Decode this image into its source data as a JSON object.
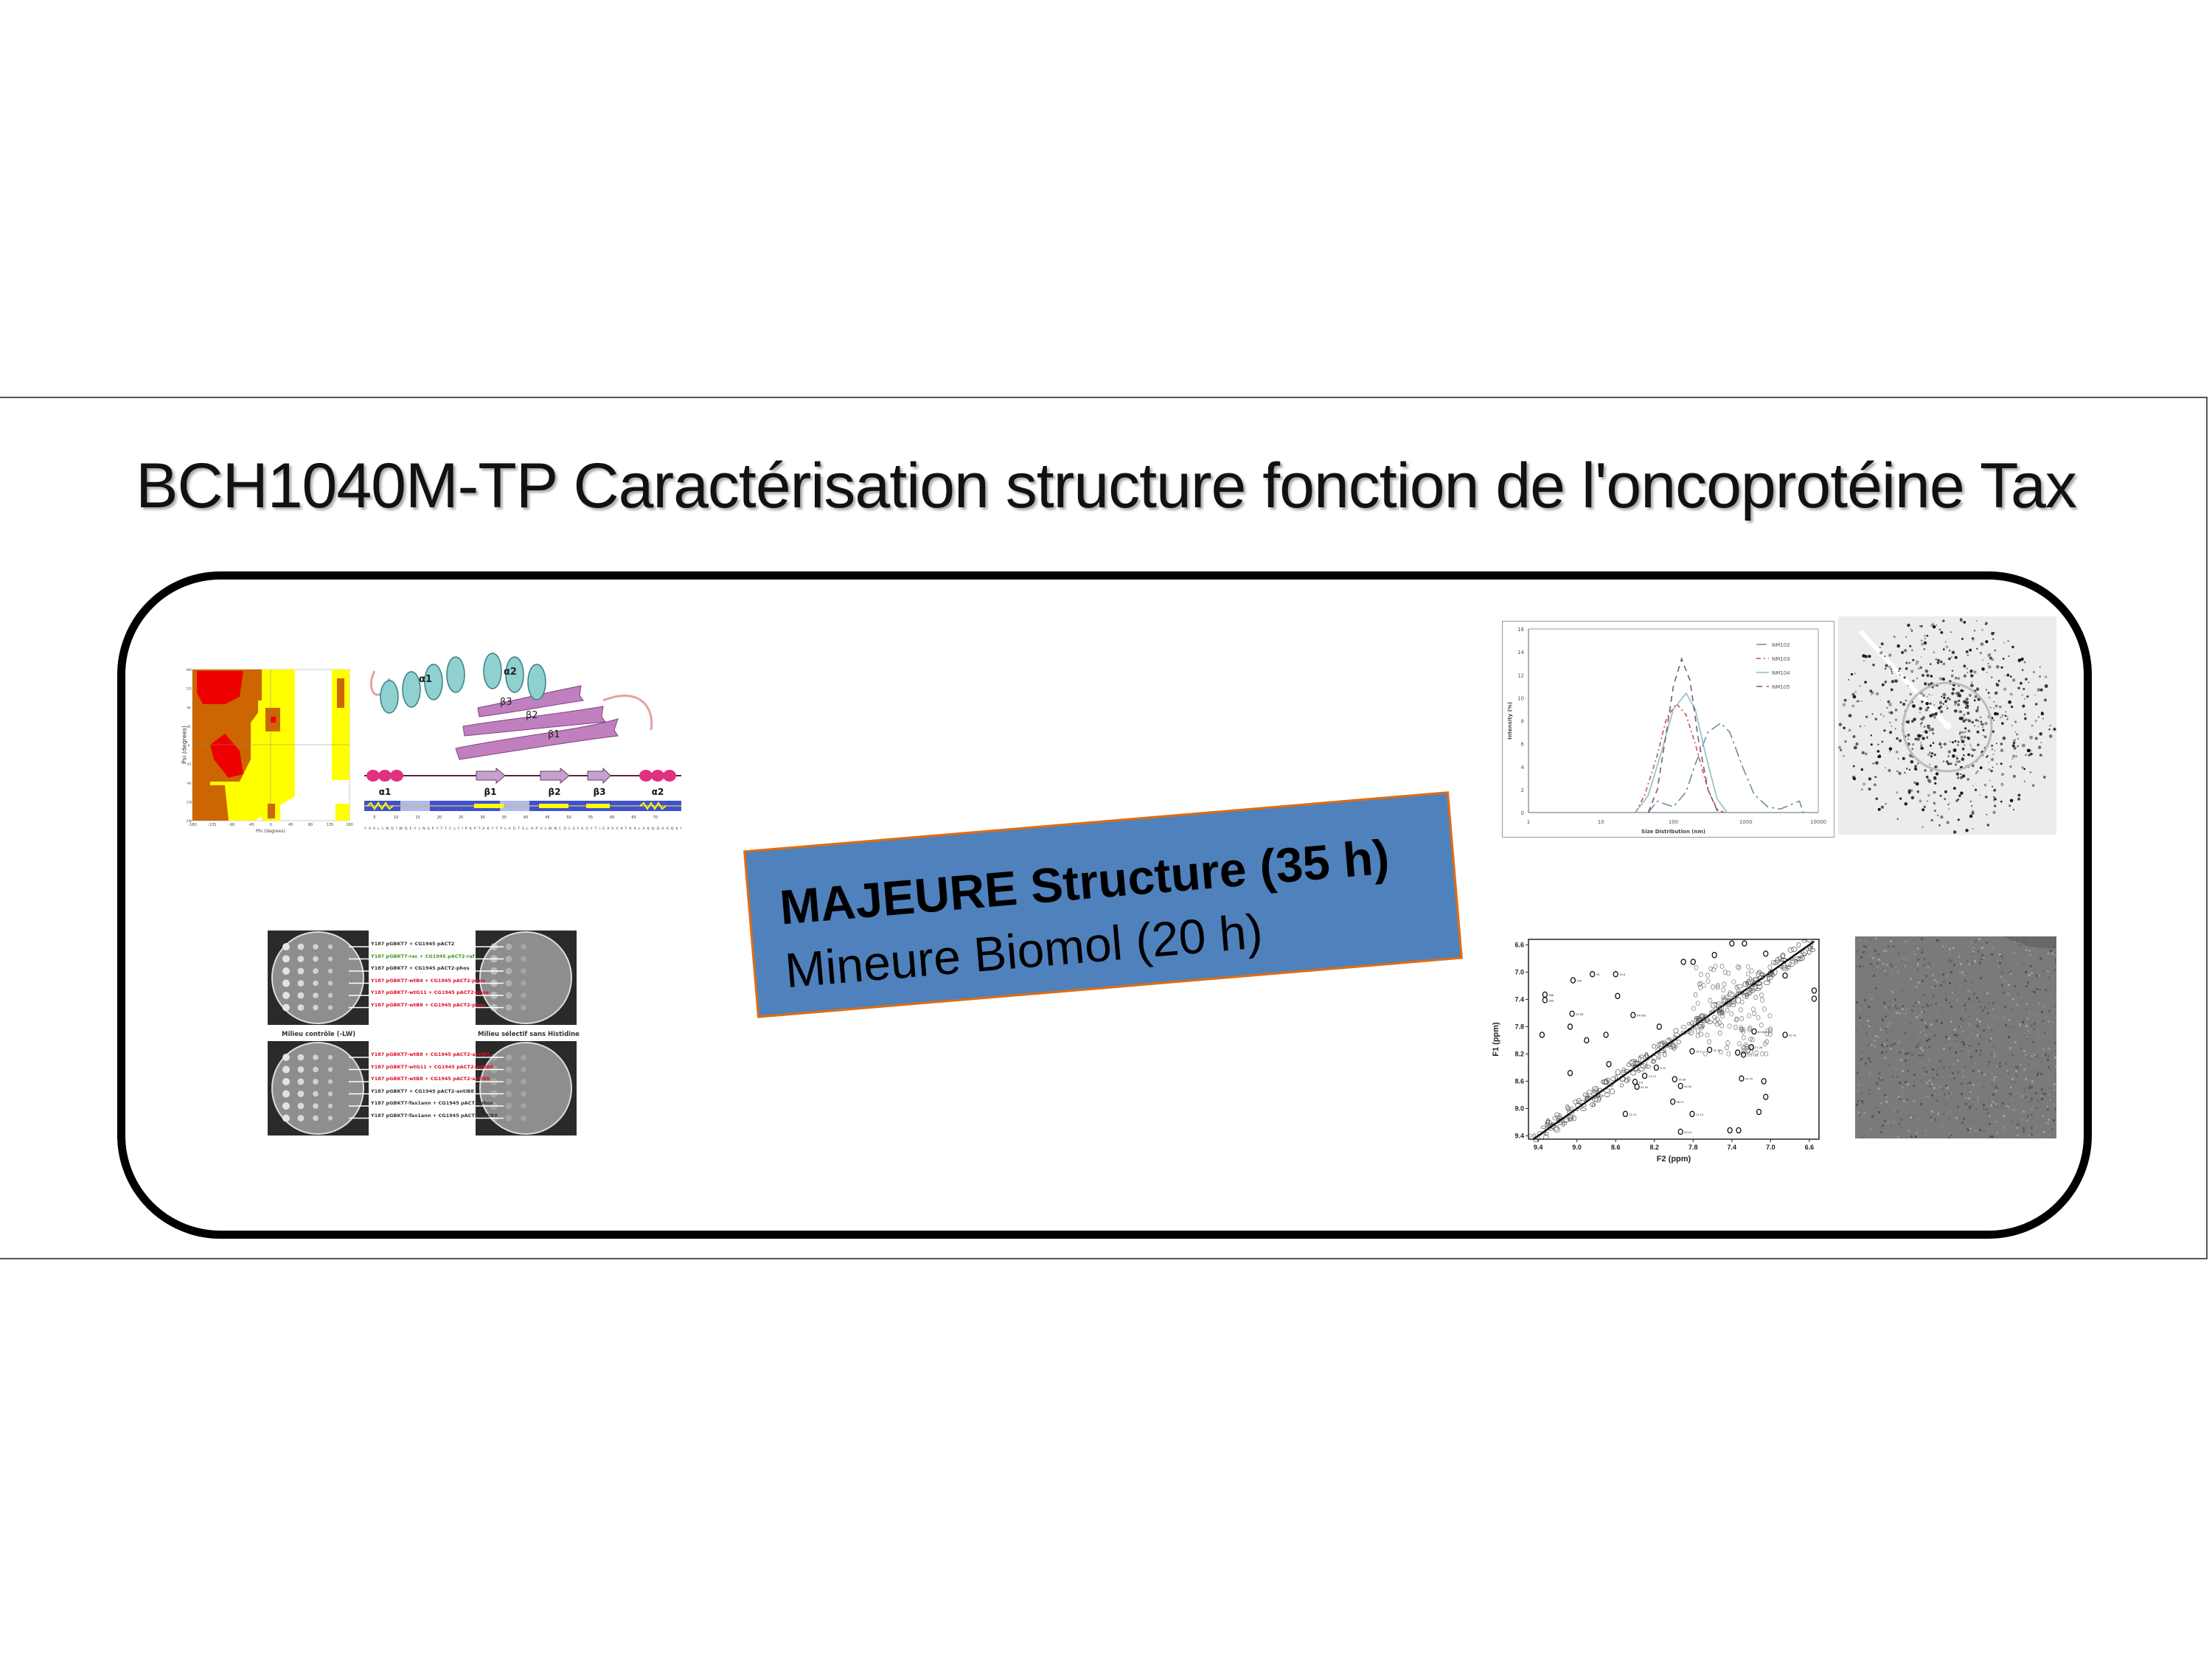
{
  "title": "BCH1040M-TP Caractérisation structure fonction de l'oncoprotéine Tax",
  "course_box": {
    "major": "MAJEURE Structure (35 h)",
    "minor": "Mineure Biomol (20 h)",
    "fill": "#4f81bd",
    "border": "#e46c0a"
  },
  "ramachandran": {
    "xlabel": "Phi (degrees)",
    "ylabel": "Psi (degrees)",
    "ticks": [
      "-180",
      "-135",
      "-90",
      "-45",
      "0",
      "45",
      "90",
      "135",
      "180"
    ]
  },
  "protein": {
    "helix_labels": [
      "α1",
      "α2"
    ],
    "strand_labels": [
      "β1",
      "β2",
      "β3"
    ],
    "topology_labels": [
      "α1",
      "β1",
      "β2",
      "β3",
      "α2"
    ],
    "residue_ticks": [
      "5",
      "10",
      "15",
      "20",
      "25",
      "30",
      "35",
      "40",
      "45",
      "50",
      "55",
      "60",
      "65",
      "70"
    ],
    "sequence": "YVALLNQIWQEYLNSPYTTCLYIPKPTAKYTPLVGTSLHPVLWNCQLSFAGYTISAVVKTKALAKQDAAQKI"
  },
  "yeast_plates": {
    "caption_left": "Milieu contrôle (-LW)",
    "caption_right": "Milieu sélectif sans Histidine",
    "top_labels": [
      {
        "text": "Y187 pGBKT7 + CG1945 pACT2",
        "color": "#333333"
      },
      {
        "text": "Y187 pGBKT7-rac + CG1945 pACT2-raf",
        "color": "#3a9a1a"
      },
      {
        "text": "Y187 pGBKT7 + CG1945 pACT2-phos",
        "color": "#333333"
      },
      {
        "text": "Y187 pGBKT7-wtB4 + CG1945 pACT2-phos",
        "color": "#e0102a"
      },
      {
        "text": "Y187 pGBKT7-wtG11 + CG1945 pACT2-phos",
        "color": "#e0102a"
      },
      {
        "text": "Y187 pGBKT7-wtB8 + CG1945 pACT2-phos",
        "color": "#e0102a"
      }
    ],
    "bottom_labels": [
      {
        "text": "Y187 pGBKT7-wtB8 + CG1945 pACT2-antiB8",
        "color": "#e0102a"
      },
      {
        "text": "Y187 pGBKT7-wtG11 + CG1945 pACT2-antiB8",
        "color": "#e0102a"
      },
      {
        "text": "Y187 pGBKT7-wtB8 + CG1945 pACT2-antiB8",
        "color": "#e0102a"
      },
      {
        "text": "Y187 pGBKT7 + CG1945 pACT2-antiB8",
        "color": "#333333"
      },
      {
        "text": "Y187 pGBKT7-Tax1ann + CG1945 pACT2-phos",
        "color": "#333333"
      },
      {
        "text": "Y187 pGBKT7-Tax1ann + CG1945 pACT2-antiB8",
        "color": "#333333"
      }
    ]
  },
  "chart_data": [
    {
      "type": "line",
      "title": "",
      "xlabel": "Size Distribution (nm)",
      "ylabel": "Intensity (%)",
      "xscale": "log",
      "xlim": [
        1,
        10000
      ],
      "ylim": [
        0,
        16
      ],
      "xticks": [
        "1",
        "10",
        "100",
        "1000",
        "10000"
      ],
      "yticks": [
        "0",
        "2",
        "4",
        "6",
        "8",
        "10",
        "12",
        "14",
        "16"
      ],
      "legend_position": "top-right",
      "series": [
        {
          "name": "NM102",
          "color": "#6a8fa0",
          "dash": "14,5,3,5",
          "points": [
            [
              45,
              0
            ],
            [
              60,
              1.0
            ],
            [
              80,
              0.7
            ],
            [
              100,
              0.5
            ],
            [
              150,
              1.8
            ],
            [
              200,
              4.2
            ],
            [
              300,
              7.0
            ],
            [
              450,
              7.8
            ],
            [
              600,
              7.0
            ],
            [
              900,
              4.0
            ],
            [
              1300,
              1.6
            ],
            [
              2000,
              0.5
            ],
            [
              3000,
              0.3
            ],
            [
              5500,
              1.0
            ],
            [
              6200,
              0
            ]
          ]
        },
        {
          "name": "NM103",
          "color": "#c0504d",
          "dash": "6,4,2,4",
          "points": [
            [
              30,
              0
            ],
            [
              40,
              1.5
            ],
            [
              60,
              5
            ],
            [
              80,
              8.2
            ],
            [
              110,
              9.5
            ],
            [
              150,
              8.5
            ],
            [
              200,
              6.0
            ],
            [
              300,
              2.0
            ],
            [
              400,
              0.3
            ],
            [
              500,
              0
            ]
          ]
        },
        {
          "name": "NM104",
          "color": "#8fc0c0",
          "dash": "",
          "points": [
            [
              30,
              0
            ],
            [
              45,
              1.5
            ],
            [
              70,
              5.5
            ],
            [
              100,
              9.0
            ],
            [
              150,
              10.4
            ],
            [
              200,
              9.0
            ],
            [
              280,
              5.0
            ],
            [
              400,
              1.2
            ],
            [
              550,
              0
            ]
          ]
        },
        {
          "name": "NM105",
          "color": "#7a5a7a",
          "dash": "8,6",
          "points": [
            [
              45,
              0
            ],
            [
              60,
              2
            ],
            [
              80,
              7
            ],
            [
              100,
              11
            ],
            [
              130,
              13.4
            ],
            [
              170,
              11.5
            ],
            [
              220,
              6.5
            ],
            [
              300,
              2
            ],
            [
              400,
              0.2
            ],
            [
              450,
              0
            ]
          ]
        }
      ]
    },
    {
      "type": "scatter",
      "title": "",
      "xlabel": "F2 (ppm)",
      "ylabel": "F1 (ppm)",
      "xlim": [
        9.5,
        6.5
      ],
      "ylim": [
        6.52,
        9.45
      ],
      "xticks": [
        "9.4",
        "9.0",
        "8.6",
        "8.2",
        "7.8",
        "7.4",
        "7.0",
        "6.6"
      ],
      "yticks": [
        "6.6",
        "7.0",
        "7.4",
        "7.8",
        "8.2",
        "8.6",
        "9.0",
        "9.4"
      ],
      "peaks": [
        {
          "x": 9.33,
          "y": 7.33,
          "label": "28β"
        },
        {
          "x": 9.33,
          "y": 7.41,
          "label": "28δ"
        },
        {
          "x": 9.04,
          "y": 7.12,
          "label": "53δ"
        },
        {
          "x": 8.84,
          "y": 7.03,
          "label": "35-"
        },
        {
          "x": 8.6,
          "y": 7.03,
          "label": "35-8"
        },
        {
          "x": 9.05,
          "y": 7.61,
          "label": "53-56"
        },
        {
          "x": 8.42,
          "y": 7.63,
          "label": "59-63δ"
        },
        {
          "x": 8.4,
          "y": 8.61,
          "label": "8-9"
        },
        {
          "x": 8.38,
          "y": 8.68,
          "label": "92-93"
        },
        {
          "x": 8.18,
          "y": 8.4,
          "label": "9-10"
        },
        {
          "x": 8.3,
          "y": 8.52,
          "label": "13-14"
        },
        {
          "x": 8.5,
          "y": 9.08,
          "label": "12-13"
        },
        {
          "x": 7.99,
          "y": 8.57,
          "label": "35-36"
        },
        {
          "x": 7.93,
          "y": 8.67,
          "label": "94-95"
        },
        {
          "x": 8.01,
          "y": 8.9,
          "label": "56-57"
        },
        {
          "x": 7.81,
          "y": 9.08,
          "label": "11-12"
        },
        {
          "x": 7.93,
          "y": 9.34,
          "label": "40-41"
        },
        {
          "x": 7.3,
          "y": 8.56,
          "label": "34-35"
        },
        {
          "x": 7.81,
          "y": 8.16,
          "label": "10-11"
        },
        {
          "x": 7.63,
          "y": 8.14,
          "label": "31-32"
        },
        {
          "x": 7.34,
          "y": 8.18,
          "label": "37-38"
        },
        {
          "x": 7.28,
          "y": 8.21,
          "label": "111-112"
        },
        {
          "x": 7.2,
          "y": 8.1,
          "label": "27-28"
        },
        {
          "x": 7.17,
          "y": 7.87,
          "label": "83-84"
        },
        {
          "x": 6.85,
          "y": 7.92,
          "label": "41-42"
        },
        {
          "x": 7.07,
          "y": 8.6,
          "label": ""
        },
        {
          "x": 7.05,
          "y": 8.83,
          "label": ""
        },
        {
          "x": 7.12,
          "y": 9.05,
          "label": ""
        },
        {
          "x": 7.42,
          "y": 9.32,
          "label": ""
        },
        {
          "x": 7.33,
          "y": 9.32,
          "label": ""
        },
        {
          "x": 7.9,
          "y": 6.85,
          "label": ""
        },
        {
          "x": 7.8,
          "y": 6.85,
          "label": ""
        },
        {
          "x": 7.58,
          "y": 6.75,
          "label": ""
        },
        {
          "x": 7.05,
          "y": 6.73,
          "label": ""
        },
        {
          "x": 6.55,
          "y": 7.27,
          "label": ""
        },
        {
          "x": 6.55,
          "y": 7.39,
          "label": ""
        },
        {
          "x": 6.85,
          "y": 7.05,
          "label": ""
        },
        {
          "x": 7.4,
          "y": 6.58,
          "label": ""
        },
        {
          "x": 7.27,
          "y": 6.58,
          "label": ""
        },
        {
          "x": 9.07,
          "y": 8.48,
          "label": ""
        },
        {
          "x": 9.07,
          "y": 7.8,
          "label": ""
        },
        {
          "x": 8.9,
          "y": 8.0,
          "label": ""
        },
        {
          "x": 8.67,
          "y": 8.35,
          "label": ""
        },
        {
          "x": 8.7,
          "y": 7.92,
          "label": ""
        },
        {
          "x": 8.58,
          "y": 7.35,
          "label": ""
        },
        {
          "x": 8.15,
          "y": 7.8,
          "label": ""
        },
        {
          "x": 9.36,
          "y": 7.92,
          "label": ""
        }
      ]
    }
  ]
}
